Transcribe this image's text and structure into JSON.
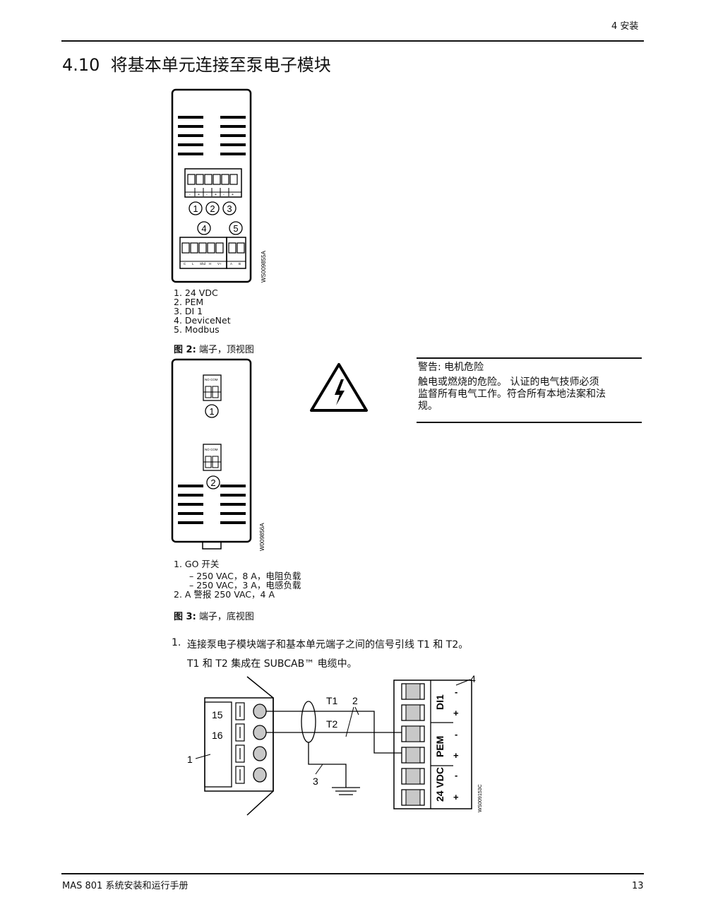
{
  "header": {
    "chapter": "4 安装"
  },
  "section": {
    "number": "4.10",
    "title": "将基本单元连接至泵电子模块"
  },
  "figure_top": {
    "code": "WS009855A",
    "terminal_labels": [
      "-",
      "+",
      "-",
      "+",
      "-",
      "+"
    ],
    "terminal_labels_bottom": [
      "C",
      "L",
      "Shd",
      "H",
      "V+",
      "A",
      "B"
    ],
    "markers": [
      "1",
      "2",
      "3",
      "4",
      "5"
    ],
    "legend": [
      "1.  24 VDC",
      "2.  PEM",
      "3.  DI 1",
      "4.  DeviceNet",
      "5.  Modbus"
    ],
    "caption_label": "图 2:",
    "caption_text": "端子，顶视图"
  },
  "figure_bottom": {
    "code": "W009856A",
    "relay_label": "NO  COM",
    "markers": [
      "1",
      "2"
    ],
    "legend_1": "1.  GO 开关",
    "legend_1_sub": [
      "–  250 VAC，8 A，电阻负载",
      "–  250 VAC，3 A，电感负载"
    ],
    "legend_2": "2.  A 警报 250 VAC，4 A",
    "caption_label": "图 3:",
    "caption_text": "端子，底视图"
  },
  "warning": {
    "title": "警告: 电机危险",
    "body": [
      "触电或燃烧的危险。 认证的电气技师必须",
      "监督所有电气工作。符合所有本地法案和法",
      "规。"
    ]
  },
  "step": {
    "number": "1.",
    "line1": "连接泵电子模块端子和基本单元端子之间的信号引线 T1 和 T2。",
    "line2": "T1 和 T2 集成在 SUBCAB™ 电缆中。"
  },
  "wiring": {
    "code": "WS009153C",
    "pin_15": "15",
    "pin_16": "16",
    "callouts": [
      "1",
      "2",
      "3",
      "4"
    ],
    "wire_t1": "T1",
    "wire_t2": "T2",
    "group_labels": [
      "DI1",
      "PEM",
      "24 VDC"
    ],
    "polarity": [
      "-",
      "+",
      "-",
      "+",
      "-",
      "+"
    ]
  },
  "footer": {
    "manual": "MAS 801 系统安装和运行手册",
    "page": "13"
  }
}
